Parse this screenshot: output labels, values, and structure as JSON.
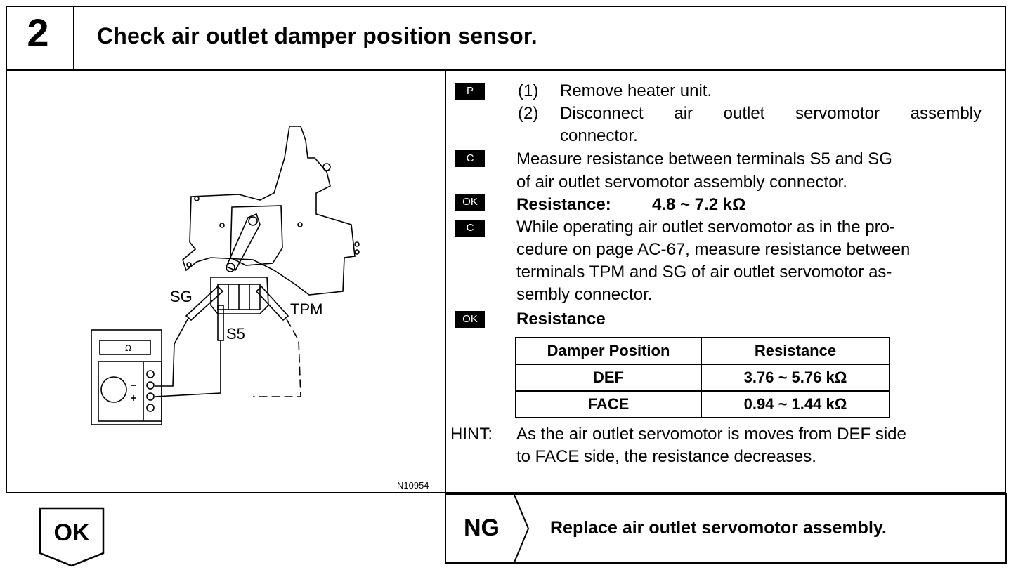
{
  "header": {
    "step_number": "2",
    "title": "Check air outlet damper position sensor."
  },
  "figure": {
    "labels": {
      "sg": "SG",
      "s5": "S5",
      "tpm": "TPM",
      "meter_symbol": "Ω"
    },
    "code": "N10954"
  },
  "instructions": {
    "p_tag": "P",
    "p1_num": "(1)",
    "p1_text": "Remove heater unit.",
    "p2_num": "(2)",
    "p2_line1": "Disconnect air outlet servomotor assembly",
    "p2_line2": "connector.",
    "c_tag": "C",
    "c1_line1": "Measure resistance between terminals S5 and SG",
    "c1_line2": "of air outlet servomotor assembly connector.",
    "ok_tag": "OK",
    "ok1_label": "Resistance:",
    "ok1_value": "4.8 ~ 7.2 kΩ",
    "c2_line1": "While operating air outlet servomotor as in the pro-",
    "c2_line2": "cedure on page AC-67, measure resistance between",
    "c2_line3": "terminals TPM and SG of air outlet servomotor as-",
    "c2_line4": "sembly connector.",
    "ok2_label": "Resistance",
    "table": {
      "headers": [
        "Damper Position",
        "Resistance"
      ],
      "rows": [
        [
          "DEF",
          "3.76 ~ 5.76 kΩ"
        ],
        [
          "FACE",
          "0.94 ~ 1.44 kΩ"
        ]
      ]
    },
    "hint_label": "HINT:",
    "hint_line1": "As the air outlet servomotor is moves from DEF side",
    "hint_line2": "to FACE side, the resistance decreases."
  },
  "results": {
    "ok_label": "OK",
    "ng_label": "NG",
    "ng_action": "Replace air outlet servomotor assembly."
  }
}
